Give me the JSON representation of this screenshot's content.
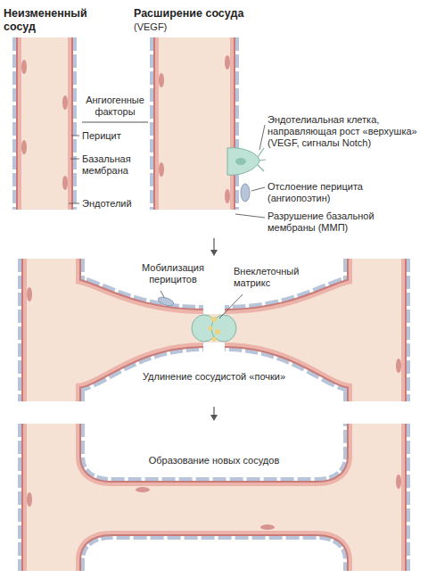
{
  "diagram": {
    "labels": [
      "Неизмененный сосуд",
      "Расширение сосуда",
      "(VEGF)",
      "Ангиогенные факторы",
      "Перицит",
      "Базальная мембрана",
      "Эндотелий",
      "Эндотелиальная клетка, направляющая рост «верхушка» (VEGF, сигналы Notch)",
      "Отслоение перицита (ангиопоэтин)",
      "Разрушение базальной мембраны (ММП)",
      "Мобилизация перицитов",
      "Внеклеточный матрикс",
      "Удлинение сосудистой «почки»",
      "Образование новых сосудов"
    ]
  }
}
